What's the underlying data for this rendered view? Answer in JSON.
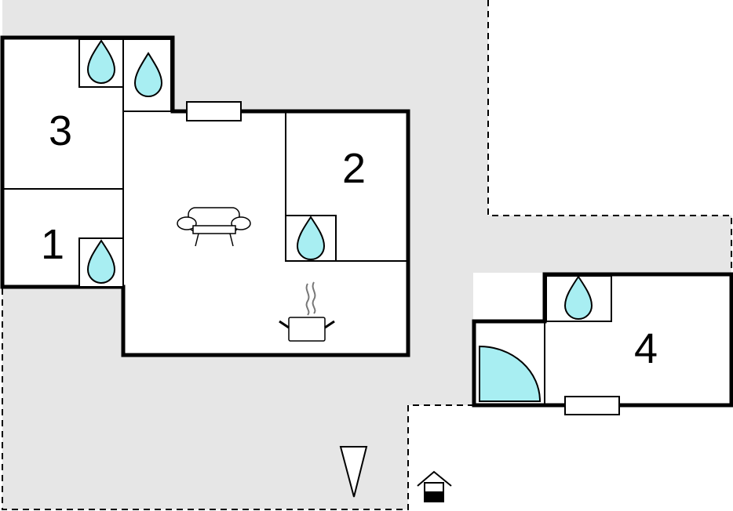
{
  "plan": {
    "rooms": [
      {
        "id": "room-3",
        "label": "3"
      },
      {
        "id": "room-1",
        "label": "1"
      },
      {
        "id": "room-2",
        "label": "2"
      },
      {
        "id": "room-4",
        "label": "4"
      }
    ],
    "colors": {
      "outdoor_area": "#e6e6e6",
      "water": "#a8eef2",
      "wall": "#000000",
      "floor": "#ffffff"
    },
    "icons": [
      "water-drop-icon",
      "sofa-icon",
      "cooking-pot-icon",
      "north-arrow-icon",
      "house-entrance-icon",
      "shower-icon",
      "window-icon"
    ]
  }
}
